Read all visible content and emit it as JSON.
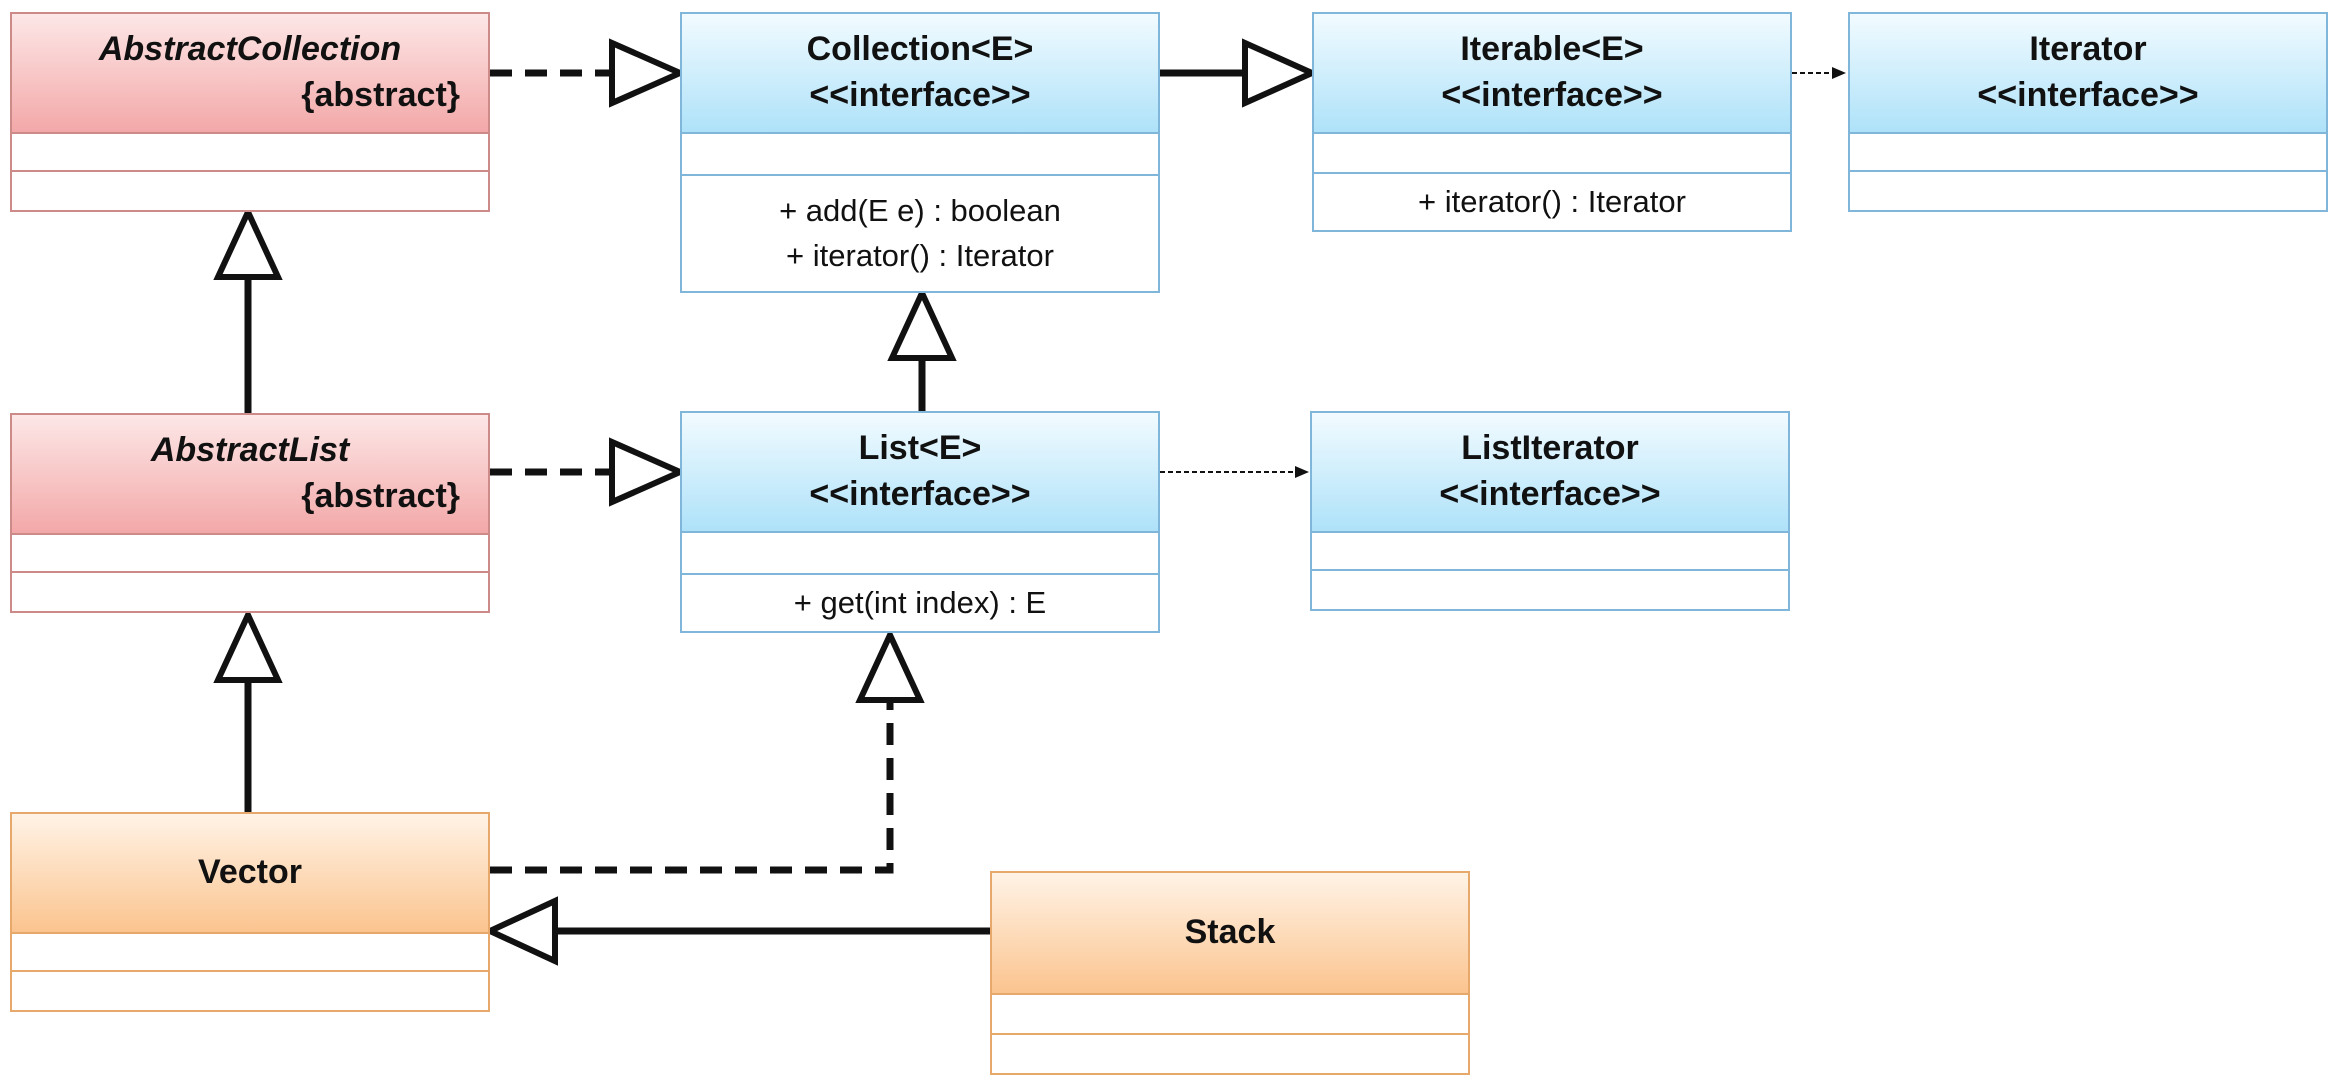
{
  "classes": {
    "abstract_collection": {
      "name": "AbstractCollection",
      "modifier": "{abstract}"
    },
    "abstract_list": {
      "name": "AbstractList",
      "modifier": "{abstract}"
    },
    "collection": {
      "name": "Collection<E>",
      "stereotype": "<<interface>>",
      "methods": [
        "+ add(E e) : boolean",
        "+ iterator() : Iterator"
      ]
    },
    "iterable": {
      "name": "Iterable<E>",
      "stereotype": "<<interface>>",
      "methods": [
        "+ iterator() : Iterator"
      ]
    },
    "iterator": {
      "name": "Iterator",
      "stereotype": "<<interface>>"
    },
    "list": {
      "name": "List<E>",
      "stereotype": "<<interface>>",
      "methods": [
        "+ get(int index) : E"
      ]
    },
    "list_iterator": {
      "name": "ListIterator",
      "stereotype": "<<interface>>"
    },
    "vector": {
      "name": "Vector"
    },
    "stack": {
      "name": "Stack"
    }
  },
  "colors": {
    "abstract_fill": "#f3a8a8",
    "interface_fill": "#aee2f9",
    "concrete_fill": "#fbc48f",
    "line": "#111111"
  }
}
